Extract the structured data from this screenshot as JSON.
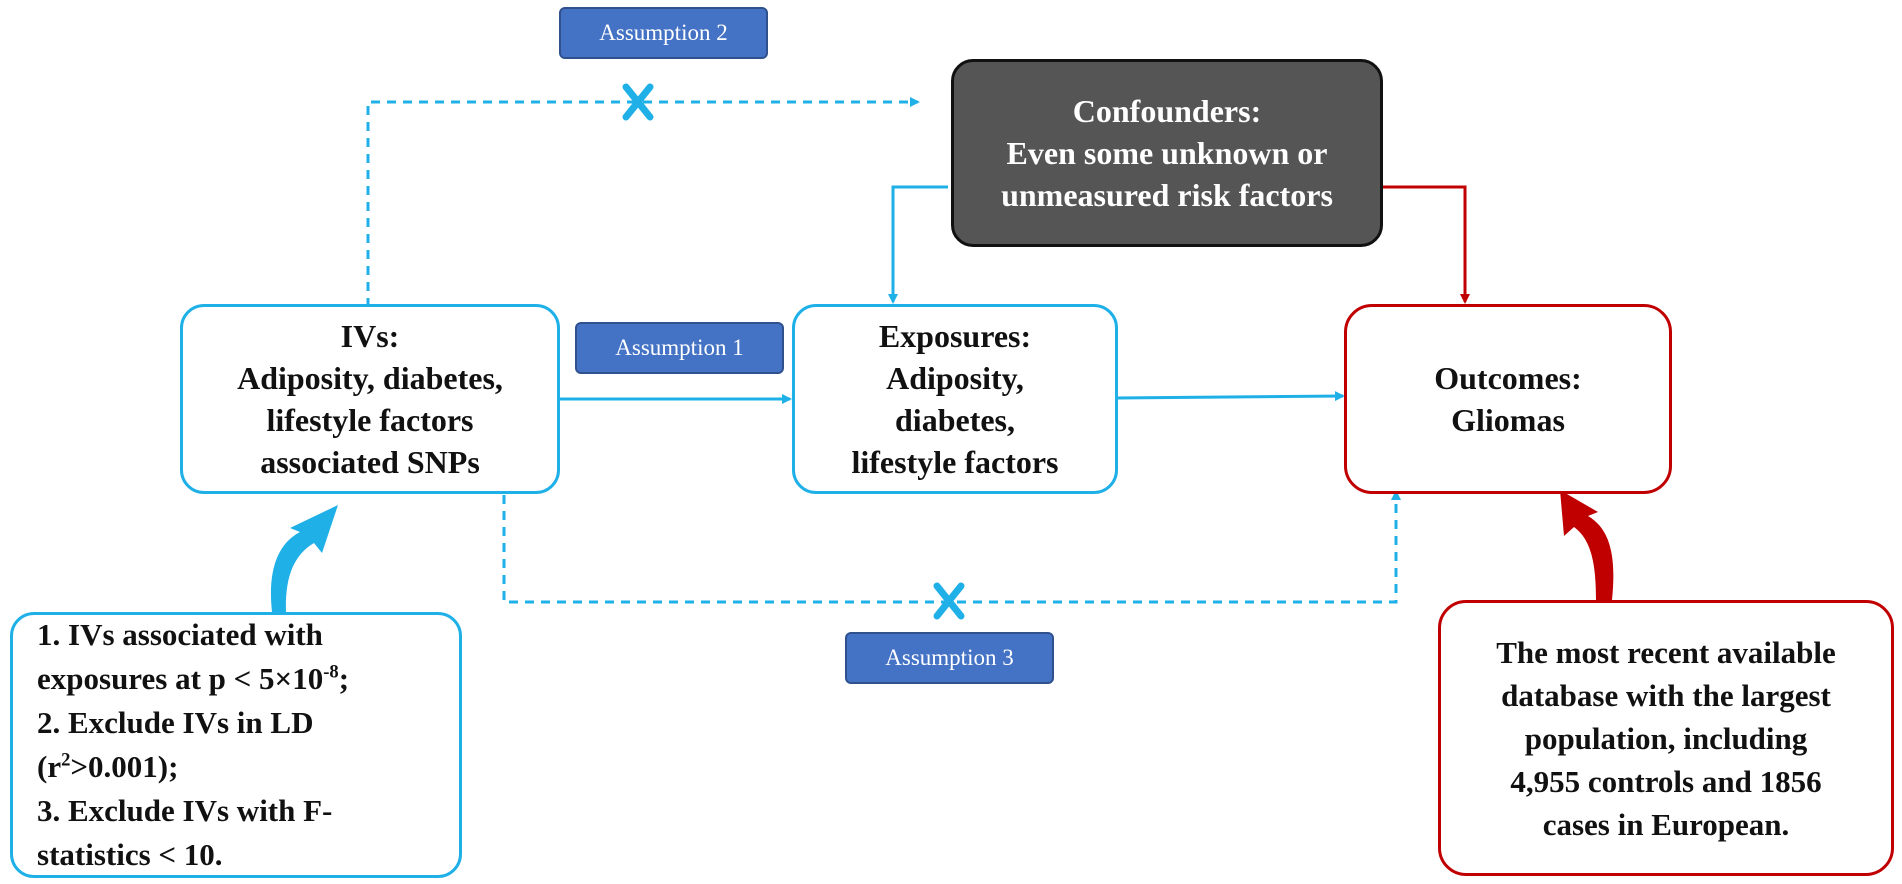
{
  "assumptions": {
    "a1": "Assumption 1",
    "a2": "Assumption 2",
    "a3": "Assumption 3"
  },
  "confounders": {
    "title": "Confounders:",
    "line1": "Even some unknown or",
    "line2": "unmeasured risk factors"
  },
  "ivs": {
    "title": "IVs:",
    "line1": "Adiposity, diabetes,",
    "line2": "lifestyle factors",
    "line3": "associated SNPs"
  },
  "exposures": {
    "title": "Exposures:",
    "line1": "Adiposity,",
    "line2": "diabetes,",
    "line3": "lifestyle factors"
  },
  "outcomes": {
    "title": "Outcomes:",
    "line1": "Gliomas"
  },
  "criteria": {
    "l1": "1. IVs associated with",
    "l2a": "exposures at p < 5×10",
    "l2sup": "-8",
    "l2b": ";",
    "l3": "2. Exclude IVs in LD",
    "l4a": "(r",
    "l4sup": "2",
    "l4b": ">0.001);",
    "l5": "3.  Exclude IVs with F-",
    "l6": "statistics < 10."
  },
  "database": {
    "l1": "The most recent available",
    "l2": "database with the largest",
    "l3": "population, including",
    "l4": "4,955 controls and 1856",
    "l5": "cases in European."
  },
  "colors": {
    "blue": "#1fb0e8",
    "red": "#c00000",
    "dark": "#555555",
    "tag": "#4472c4"
  }
}
